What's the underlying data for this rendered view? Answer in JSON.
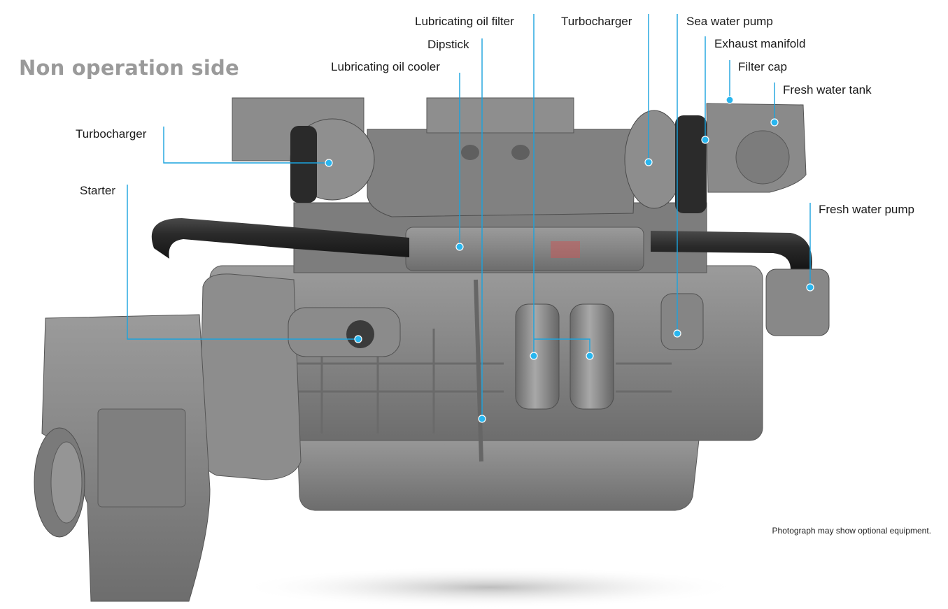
{
  "heading": "Non operation side",
  "note": "Photograph may show optional equipment.",
  "colors": {
    "heading": "#9a9a9a",
    "leader_line": "#1aa3de",
    "marker_dot": "#29b6ef",
    "engine_body": "#8a8a8a"
  },
  "labels": {
    "lube_oil_filter": "Lubricating oil filter",
    "dipstick": "Dipstick",
    "lube_oil_cooler": "Lubricating oil cooler",
    "turbocharger_right": "Turbocharger",
    "sea_water_pump": "Sea water pump",
    "exhaust_manifold": "Exhaust manifold",
    "filter_cap": "Filter cap",
    "fresh_water_tank": "Fresh water tank",
    "turbocharger_left": "Turbocharger",
    "starter": "Starter",
    "fresh_water_pump": "Fresh water pump"
  }
}
